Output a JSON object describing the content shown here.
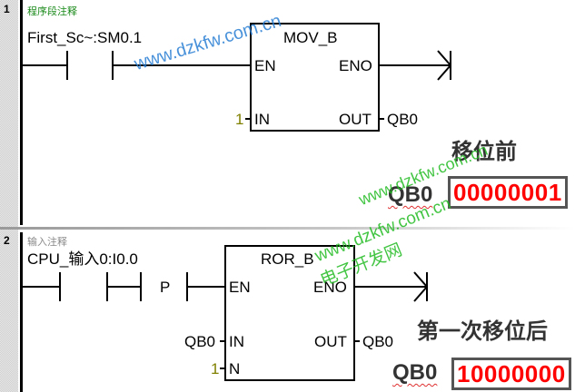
{
  "networks": [
    {
      "number": "1",
      "comment": "程序段注释",
      "contact_label": "First_Sc~:SM0.1",
      "block": {
        "title": "MOV_B",
        "pins": {
          "en": "EN",
          "eno": "ENO",
          "in": "IN",
          "out": "OUT"
        },
        "in_value": "1",
        "out_value": "QB0"
      },
      "annotation": {
        "heading": "移位前",
        "register": "QB0",
        "value": "00000001"
      }
    },
    {
      "number": "2",
      "comment": "输入注释",
      "contact_label": "CPU_输入0:I0.0",
      "edge_label": "P",
      "block": {
        "title": "ROR_B",
        "pins": {
          "en": "EN",
          "eno": "ENO",
          "in": "IN",
          "out": "OUT",
          "n": "N"
        },
        "in_value": "QB0",
        "out_value": "QB0",
        "n_value": "1"
      },
      "annotation": {
        "heading": "第一次移位后",
        "register": "QB0",
        "value": "10000000"
      }
    }
  ],
  "watermarks": {
    "url": "www.dzkfw.com.cn",
    "site_name": "电子开发网"
  },
  "colors": {
    "value_red": "#ff0000",
    "comment_green": "#1a8a1a",
    "constant_olive": "#808000",
    "watermark_blue": "#2a7fd4",
    "watermark_green": "#22bb22"
  }
}
